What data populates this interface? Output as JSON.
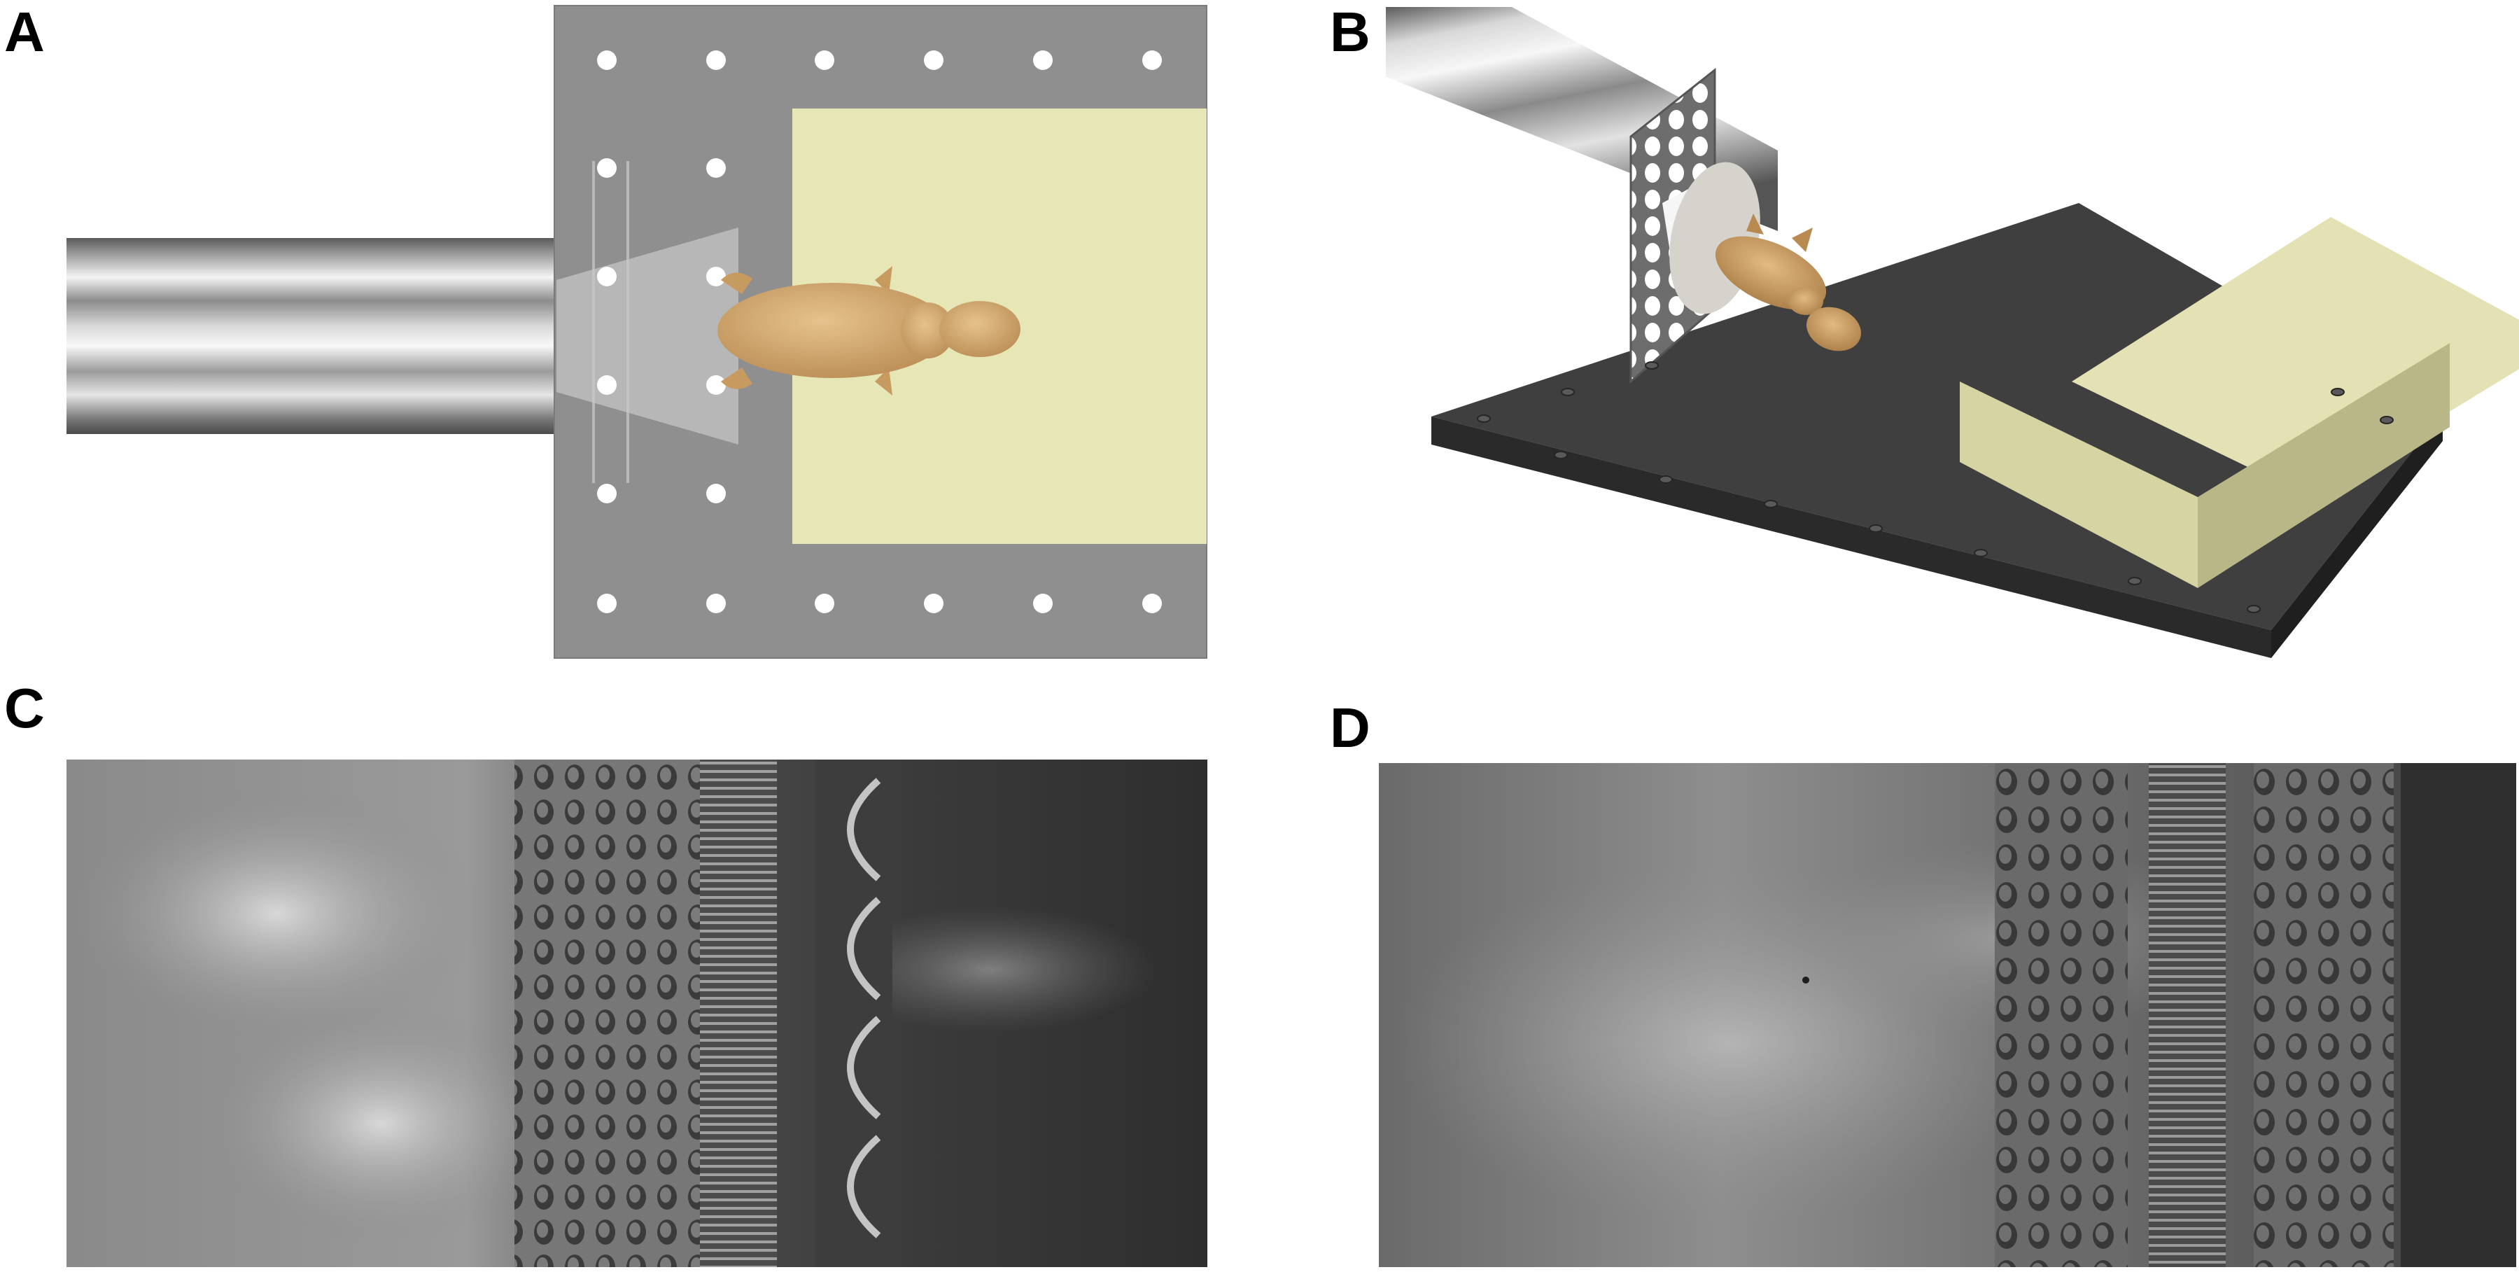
{
  "panels": [
    {
      "label": "A",
      "kind": "top-view-schematic"
    },
    {
      "label": "B",
      "kind": "isometric-schematic"
    },
    {
      "label": "C",
      "kind": "photo-grayscale"
    },
    {
      "label": "D",
      "kind": "photo-grayscale"
    }
  ],
  "colors": {
    "plate_gray": "#8f8f8f",
    "base_dark": "#3d3d3d",
    "foam_block": "#e7e6b6",
    "dummy_body": "#c9a06a",
    "pipe_highlight": "#f2f2f2",
    "pipe_shadow": "#4f4f4f"
  }
}
